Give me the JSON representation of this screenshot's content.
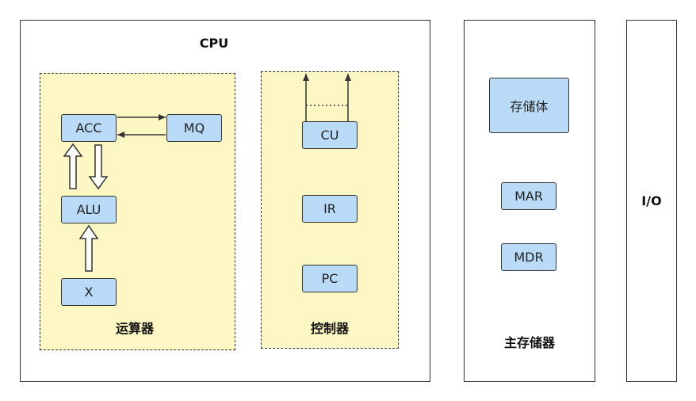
{
  "cpu": {
    "title": "CPU",
    "alu_unit": {
      "title": "运算器",
      "registers": {
        "acc": "ACC",
        "mq": "MQ",
        "alu": "ALU",
        "x": "X"
      }
    },
    "control_unit": {
      "title": "控制器",
      "registers": {
        "cu": "CU",
        "ir": "IR",
        "pc": "PC"
      }
    }
  },
  "memory": {
    "title": "主存储器",
    "storage": "存储体",
    "mar": "MAR",
    "mdr": "MDR"
  },
  "io": {
    "title": "I/O"
  },
  "colors": {
    "register_fill": "#b9dbf7",
    "group_fill": "#fdf7c3",
    "stroke": "#333333"
  }
}
